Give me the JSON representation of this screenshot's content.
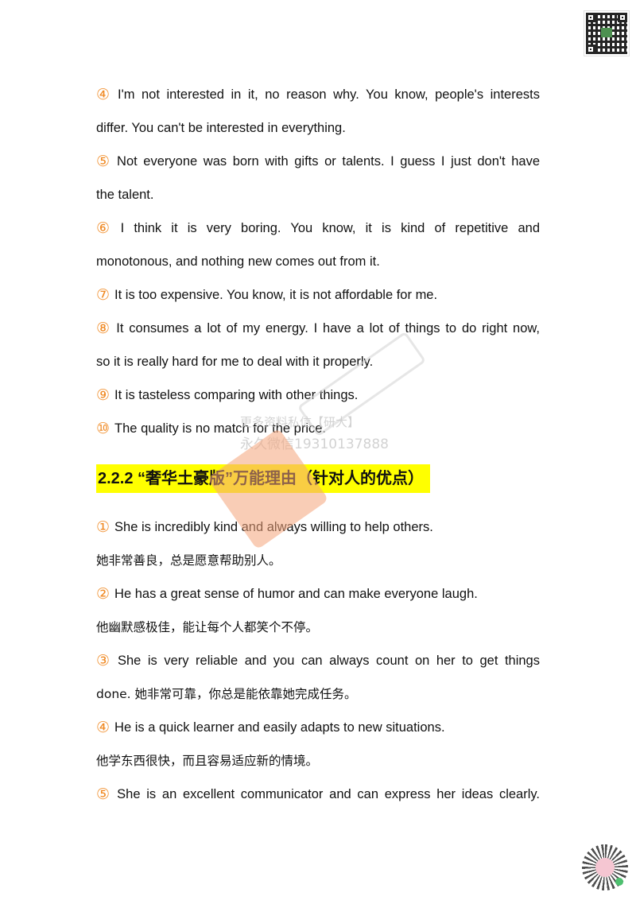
{
  "lines_top": [
    {
      "num": "④",
      "text": "I'm not interested in it, no reason why. You know, people's interests",
      "justify": true
    },
    {
      "num": "",
      "text": "differ. You can't be interested in everything.",
      "justify": false
    },
    {
      "num": "⑤",
      "text": "Not everyone was born with gifts or talents. I guess I just don't have",
      "justify": true
    },
    {
      "num": "",
      "text": "the talent.",
      "justify": false
    },
    {
      "num": "⑥",
      "text": "I think it is very boring. You know, it is kind of repetitive and",
      "justify": true
    },
    {
      "num": "",
      "text": "monotonous, and nothing new comes out from it.",
      "justify": false
    },
    {
      "num": "⑦",
      "text": "It is too expensive. You know, it is not affordable for me.",
      "justify": false
    },
    {
      "num": "⑧",
      "text": "It consumes a lot of my energy. I have a lot of things to do right now,",
      "justify": true
    },
    {
      "num": "",
      "text": "so it is really hard for me to deal with it properly.",
      "justify": false
    },
    {
      "num": "⑨",
      "text": "It is tasteless comparing with other things.",
      "justify": false
    },
    {
      "num": "⑩",
      "text": "The quality is no match for the price.",
      "justify": false
    }
  ],
  "heading": "2.2.2 “奢华土豪版”万能理由（针对人的优点）",
  "lines_bottom": [
    {
      "num": "①",
      "text": "She is incredibly kind and always willing to help others.",
      "justify": false,
      "cn": false
    },
    {
      "num": "",
      "text": "她非常善良，总是愿意帮助别人。",
      "justify": false,
      "cn": true
    },
    {
      "num": "②",
      "text": "He has a great sense of humor and can make everyone laugh.",
      "justify": false,
      "cn": false
    },
    {
      "num": "",
      "text": "他幽默感极佳，能让每个人都笑个不停。",
      "justify": false,
      "cn": true
    },
    {
      "num": "③",
      "text": "She is very reliable and you can always count on her to get things",
      "justify": true,
      "cn": false
    },
    {
      "num": "",
      "text": "done. 她非常可靠，你总是能依靠她完成任务。",
      "justify": false,
      "cn": true
    },
    {
      "num": "④",
      "text": "He is a quick learner and easily adapts to new situations.",
      "justify": false,
      "cn": false
    },
    {
      "num": "",
      "text": "他学东西很快，而且容易适应新的情境。",
      "justify": false,
      "cn": true
    },
    {
      "num": "⑤",
      "text": "She is an excellent communicator and can express her ideas clearly.",
      "justify": true,
      "cn": false
    }
  ],
  "watermark": {
    "line1": "更多资料私信【研大】",
    "line2": "永久微信19310137888"
  },
  "colors": {
    "number": "#f08a24",
    "heading_bg": "#ffff00"
  },
  "icons": [
    "qr-code-icon",
    "mini-program-code-icon"
  ]
}
